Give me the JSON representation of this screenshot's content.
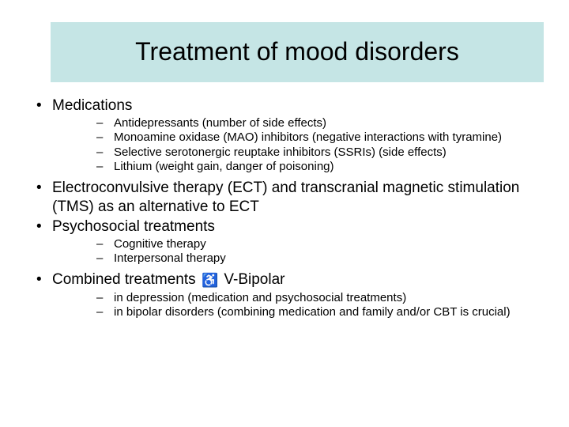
{
  "slide": {
    "title": "Treatment of mood disorders",
    "title_bg": "#c5e5e5",
    "bullet_level1_marker": "•",
    "bullet_level2_marker": "–",
    "sections": [
      {
        "heading": "Medications",
        "sub": [
          "Antidepressants (number of side effects)",
          "Monoamine oxidase (MAO) inhibitors (negative interactions with tyramine)",
          "Selective serotonergic reuptake inhibitors (SSRIs) (side effects)",
          "Lithium (weight gain, danger of poisoning)"
        ]
      },
      {
        "heading": "Electroconvulsive therapy (ECT) and transcranial magnetic stimulation (TMS) as an alternative to ECT",
        "sub": []
      },
      {
        "heading": "Psychosocial treatments",
        "sub": [
          "Cognitive therapy",
          "Interpersonal therapy"
        ]
      },
      {
        "heading_pre": "Combined treatments",
        "heading_icon": "wheelchair-symbol",
        "heading_icon_glyph": "♿",
        "heading_post": "V-Bipolar",
        "sub": [
          "in depression (medication and psychosocial treatments)",
          "in bipolar disorders (combining medication and family and/or CBT is crucial)"
        ]
      }
    ]
  }
}
